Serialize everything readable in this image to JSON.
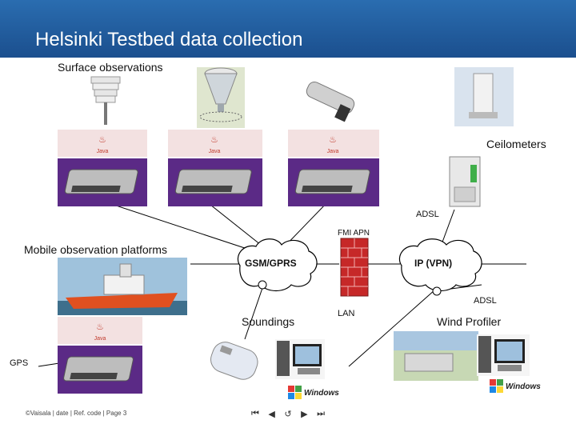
{
  "header": {
    "title": "Helsinki Testbed data collection"
  },
  "labels": {
    "surface_observations": "Surface observations",
    "ceilometers": "Ceilometers",
    "adsl_top": "ADSL",
    "fmi_apn": "FMI APN",
    "mobile_platforms": "Mobile observation platforms",
    "gsm_gprs": "GSM/GPRS",
    "ip_vpn": "IP (VPN)",
    "adsl_right": "ADSL",
    "soundings": "Soundings",
    "lan": "LAN",
    "wind_profiler": "Wind Profiler",
    "gps": "GPS",
    "java": "Java",
    "windows": "Windows"
  },
  "footer": {
    "text": "©Vaisala | date | Ref. code | Page 3"
  },
  "nav": {
    "first": "⏮",
    "prev": "◀",
    "return": "↺",
    "next": "▶",
    "last": "⏭"
  },
  "colors": {
    "header": "#1b4f8e",
    "java_strip": "#f3e1e1",
    "purple_panel": "#5b2a86",
    "firewall": "#c62828"
  }
}
